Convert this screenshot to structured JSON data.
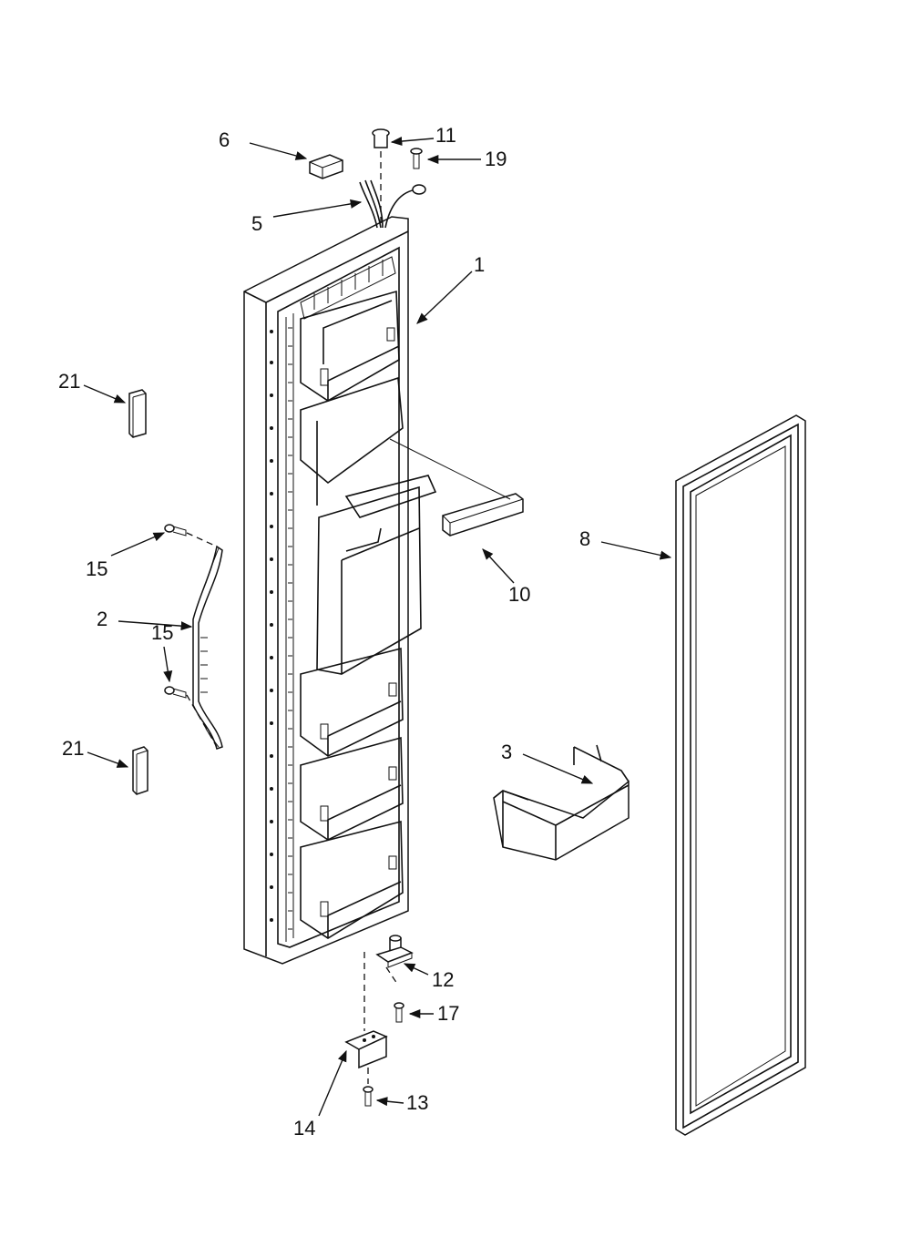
{
  "callouts": {
    "c6": "6",
    "c11": "11",
    "c19": "19",
    "c5": "5",
    "c1": "1",
    "c21_top": "21",
    "c8": "8",
    "c15_top": "15",
    "c10": "10",
    "c2": "2",
    "c15_bottom": "15",
    "c21_bottom": "21",
    "c3": "3",
    "c12": "12",
    "c17": "17",
    "c13": "13",
    "c14": "14"
  },
  "colors": {
    "line": "#111111",
    "background": "#ffffff"
  }
}
